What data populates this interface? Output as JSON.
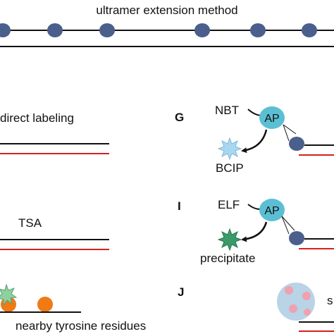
{
  "top": {
    "title": "ultramer extension method"
  },
  "direct": {
    "label": "direct labeling"
  },
  "tsa": {
    "label": "TSA"
  },
  "tyrosine": {
    "label": "nearby tyrosine residues"
  },
  "panel_g": {
    "letter": "G",
    "substrate": "NBT",
    "enzyme": "AP",
    "product": "BCIP"
  },
  "panel_i": {
    "letter": "I",
    "substrate": "ELF",
    "enzyme": "AP",
    "product": "precipitate"
  },
  "panel_j": {
    "letter": "J",
    "cut_label": "s"
  },
  "colors": {
    "bead": "#4a5f8c",
    "ap": "#5bbfd4",
    "red_strand": "#d42020",
    "black_strand": "#111111",
    "orange": "#f07a14",
    "star_bcip": "#a8d8f0",
    "star_precipitate": "#3a9a6a",
    "star_tsa": "#8fd0a0",
    "vesicle": "#b8d4e6",
    "vesicle_dot": "#f0a0b0"
  }
}
